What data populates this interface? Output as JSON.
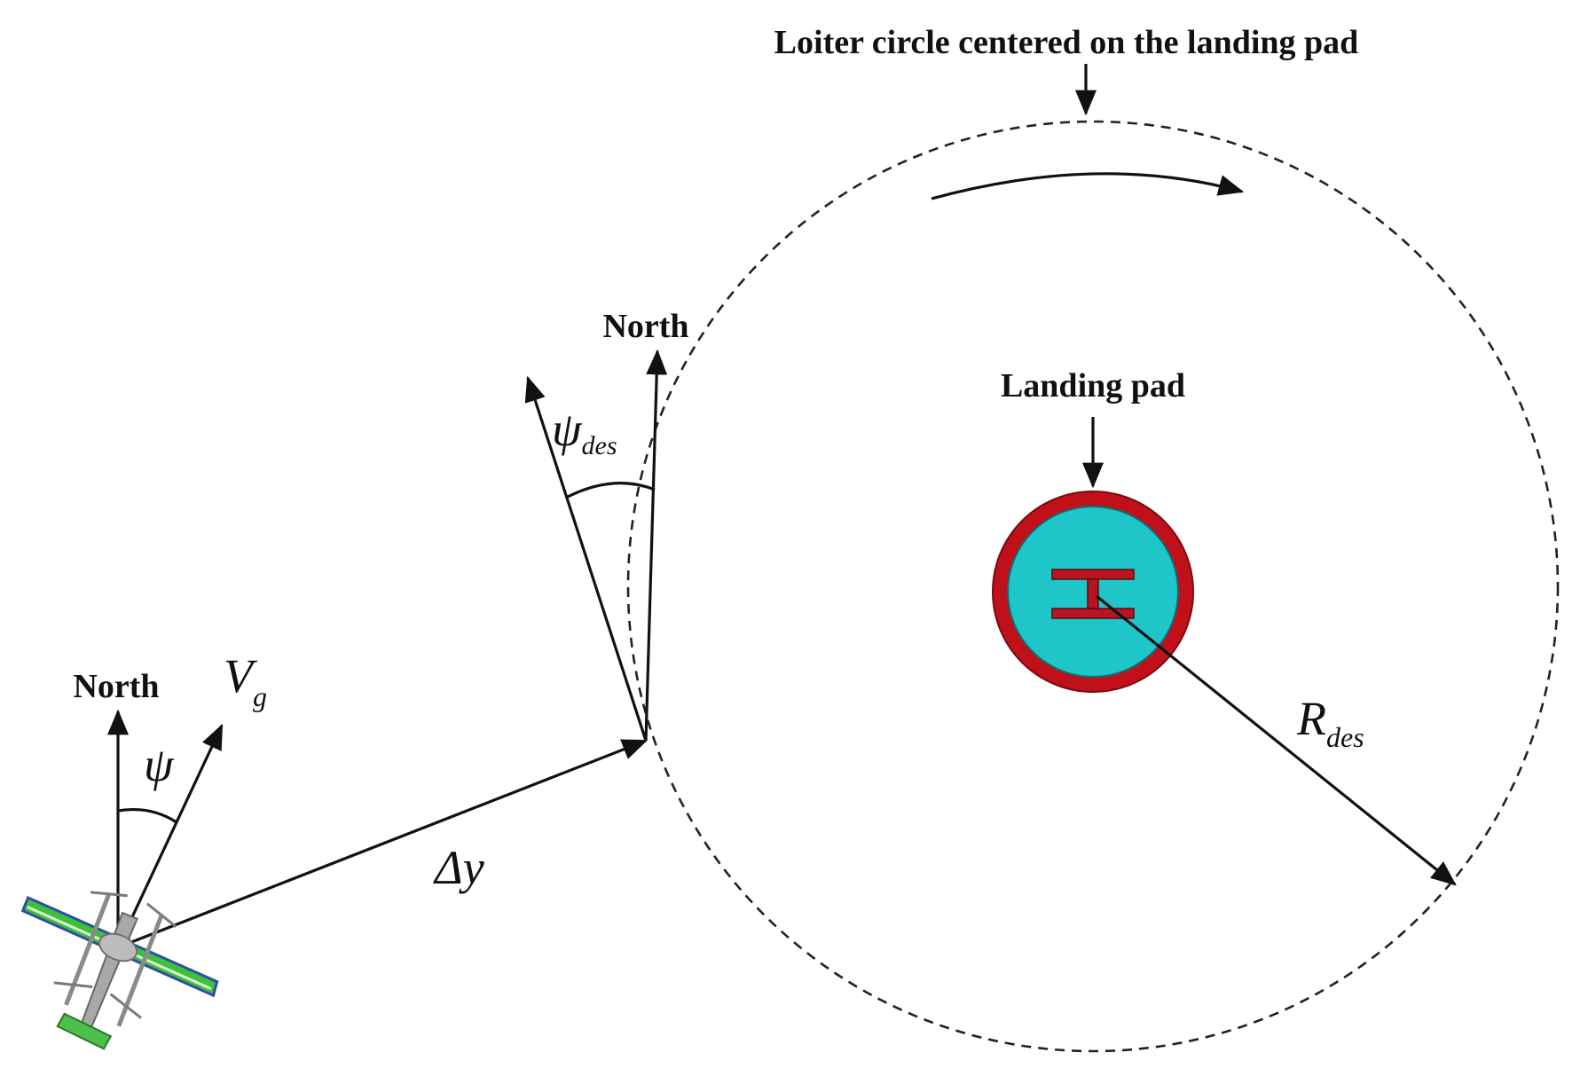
{
  "labels": {
    "loiter_title": "Loiter circle centered on the landing pad",
    "landing_pad": "Landing pad",
    "north_aircraft": "North",
    "north_circle": "North",
    "vg_main": "V",
    "vg_sub": "g",
    "psi": "ψ",
    "psi_des_main": "ψ",
    "psi_des_sub": "des",
    "delta_y": "Δy",
    "r_des_main": "R",
    "r_des_sub": "des"
  },
  "colors": {
    "ink": "#111111",
    "pad_ring": "#c0101a",
    "pad_fill": "#1fc6c9",
    "pad_h": "#b81520",
    "aircraft_wing": "#3fbf3a",
    "aircraft_body": "#a8a8a8",
    "aircraft_wing_edge": "#2b4fa8"
  },
  "icons": {
    "aircraft": "vtol-aircraft-icon",
    "landing_pad": "helipad-h-icon"
  }
}
